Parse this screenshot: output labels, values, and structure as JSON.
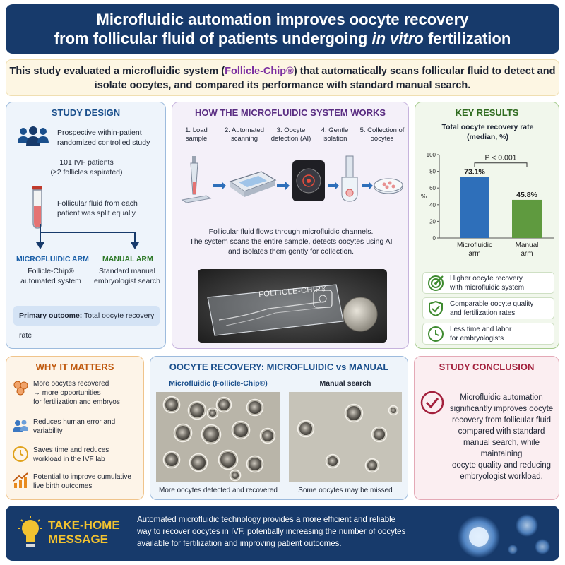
{
  "header": {
    "title_line1": "Microfluidic automation improves oocyte recovery",
    "title_line2_pre": "from follicular fluid of patients undergoing ",
    "title_line2_italic": "in vitro",
    "title_line2_post": " fertilization"
  },
  "intro": {
    "pre": "This study evaluated a microfluidic system (",
    "highlight": "Follicle-Chip®",
    "post": ") that automatically scans follicular fluid to detect and isolate oocytes, and compared its performance with standard manual search."
  },
  "study_design": {
    "title": "STUDY DESIGN",
    "design_line1": "Prospective within-patient",
    "design_line2": "randomized controlled study",
    "patients_line1": "101 IVF patients",
    "patients_line2": "(≥2 follicles aspirated)",
    "split_line1": "Follicular fluid from each",
    "split_line2": "patient was split equally",
    "arm1_title": "MICROFLUIDIC ARM",
    "arm1_line1": "Follicle-Chip®",
    "arm1_line2": "automated system",
    "arm2_title": "MANUAL ARM",
    "arm2_line1": "Standard manual",
    "arm2_line2": "embryologist search",
    "primary_label": "Primary outcome:",
    "primary_value": " Total oocyte recovery rate",
    "colors": {
      "arm1": "#1a5fa8",
      "arm2": "#2f7a2a"
    }
  },
  "how": {
    "title": "HOW THE MICROFLUIDIC SYSTEM WORKS",
    "steps": [
      {
        "l1": "1. Load sample",
        "l2": ""
      },
      {
        "l1": "2. Automated",
        "l2": "scanning"
      },
      {
        "l1": "3. Oocyte",
        "l2": "detection (AI)"
      },
      {
        "l1": "4. Gentle",
        "l2": "isolation"
      },
      {
        "l1": "5. Collection of",
        "l2": "oocytes"
      }
    ],
    "desc_line1": "Follicular fluid flows through microfluidic channels.",
    "desc_line2": "The system scans the entire sample, detects oocytes using AI",
    "desc_line3": "and isolates them gently for collection.",
    "chip_label": "FOLLICLE-CHIP®"
  },
  "results": {
    "title": "KEY RESULTS",
    "chart_title_line1": "Total oocyte recovery rate",
    "chart_title_line2": "(median, %)",
    "bullets": [
      {
        "l1": "Higher oocyte recovery",
        "l2": "with microfluidic system",
        "icon": "target-icon"
      },
      {
        "l1": "Comparable oocyte quality",
        "l2": "and fertilization rates",
        "icon": "shield-check-icon"
      },
      {
        "l1": "Less time and labor",
        "l2": "for embryologists",
        "icon": "clock-icon"
      }
    ]
  },
  "chart_data": {
    "type": "bar",
    "title": "Total oocyte recovery rate (median, %)",
    "categories": [
      "Microfluidic arm",
      "Manual arm"
    ],
    "category_lines": [
      [
        "Microfluidic",
        "arm"
      ],
      [
        "Manual",
        "arm"
      ]
    ],
    "values": [
      73.1,
      45.8
    ],
    "value_labels": [
      "73.1%",
      "45.8%"
    ],
    "colors": [
      "#2e6fba",
      "#5f9a3f"
    ],
    "ylabel": "%",
    "ylim": [
      0,
      100
    ],
    "yticks": [
      "0",
      "20",
      "40",
      "60",
      "80",
      "100"
    ],
    "annotation": "P < 0.001",
    "grid": false,
    "legend": "none"
  },
  "why": {
    "title": "WHY IT MATTERS",
    "items": [
      {
        "l1": "More oocytes recovered",
        "l2": "→ more opportunities",
        "l3": "for fertilization and embryos",
        "icon": "oocytes-icon"
      },
      {
        "l1": "Reduces human error and",
        "l2": "variability",
        "l3": "",
        "icon": "people-icon"
      },
      {
        "l1": "Saves time and reduces",
        "l2": "workload in the IVF lab",
        "l3": "",
        "icon": "clock-icon"
      },
      {
        "l1": "Potential to improve cumulative",
        "l2": "live birth outcomes",
        "l3": "",
        "icon": "growth-chart-icon"
      }
    ]
  },
  "recovery": {
    "title": "OOCYTE RECOVERY: MICROFLUIDIC vs MANUAL",
    "left_title": "Microfluidic (Follicle-Chip®)",
    "right_title": "Manual search",
    "left_caption": "More oocytes detected and recovered",
    "right_caption": "Some oocytes may be missed"
  },
  "conclusion": {
    "title": "STUDY CONCLUSION",
    "lines": [
      "Microfluidic automation",
      "significantly improves oocyte",
      "recovery from follicular fluid",
      "compared with standard",
      "manual search, while maintaining",
      "oocyte quality and reducing",
      "embryologist workload."
    ]
  },
  "footer": {
    "take_line1": "TAKE-HOME",
    "take_line2": "MESSAGE",
    "line1": "Automated microfluidic technology provides a more efficient and reliable",
    "line2": "way to recover oocytes in IVF, potentially increasing the number of oocytes",
    "line3": "available for fertilization and improving patient outcomes."
  }
}
